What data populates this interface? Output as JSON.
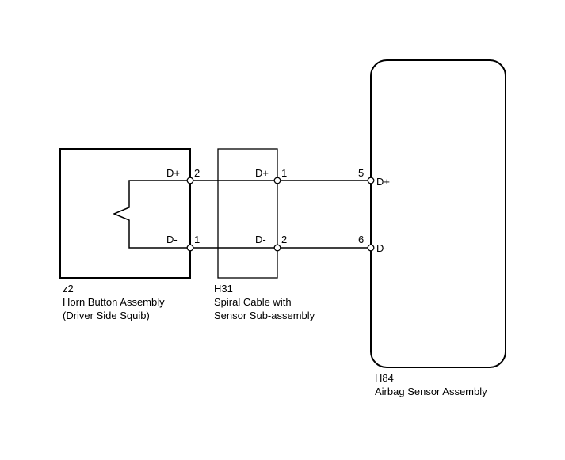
{
  "components": {
    "horn": {
      "code": "z2",
      "name_line1": "Horn Button Assembly",
      "name_line2": "(Driver Side Squib)"
    },
    "spiral": {
      "code": "H31",
      "name_line1": "Spiral Cable with",
      "name_line2": "Sensor Sub-assembly"
    },
    "airbag": {
      "code": "H84",
      "name_line1": "Airbag Sensor Assembly"
    }
  },
  "pins": {
    "horn_dplus": {
      "signal": "D+",
      "number": "2"
    },
    "horn_dminus": {
      "signal": "D-",
      "number": "1"
    },
    "spiral_dplus": {
      "signal": "D+",
      "number": "1"
    },
    "spiral_dminus": {
      "signal": "D-",
      "number": "2"
    },
    "airbag_dplus": {
      "signal": "D+",
      "number": "5"
    },
    "airbag_dminus": {
      "signal": "D-",
      "number": "6"
    }
  }
}
